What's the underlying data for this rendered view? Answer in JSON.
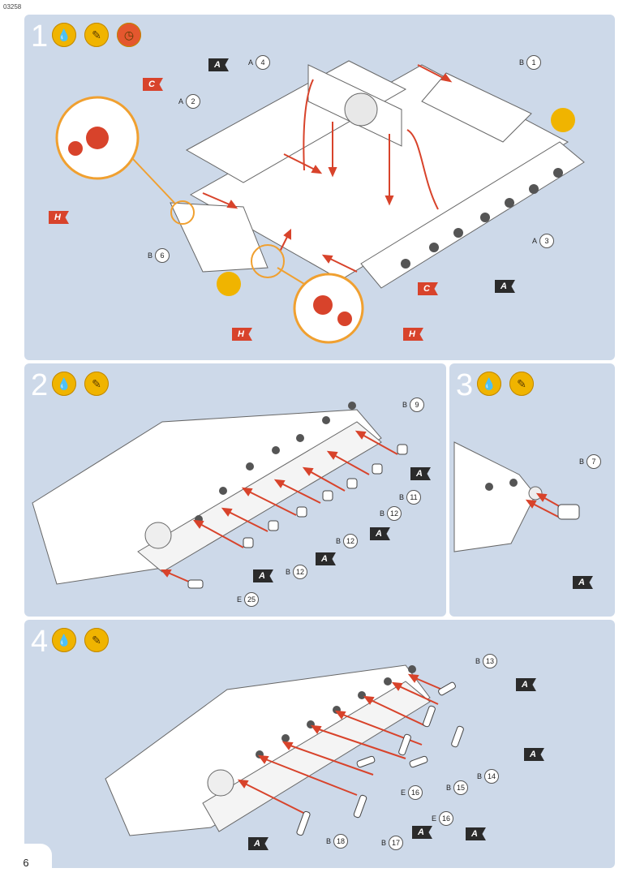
{
  "doc_code": "03258",
  "page_number": "6",
  "colors": {
    "panel": "#cdd9e9",
    "arrow": "#d8432b",
    "flag_dark": "#2b2b2b",
    "flag_red": "#d8432b",
    "icon": "#f0b400"
  },
  "steps": [
    {
      "number": "1",
      "icons": [
        "glue-drop-icon",
        "paintbrush-icon",
        "clock-icon"
      ]
    },
    {
      "number": "2",
      "icons": [
        "glue-drop-icon",
        "paintbrush-icon"
      ]
    },
    {
      "number": "3",
      "icons": [
        "glue-drop-icon",
        "paintbrush-icon"
      ]
    },
    {
      "number": "4",
      "icons": [
        "glue-drop-icon",
        "paintbrush-icon"
      ]
    }
  ],
  "step1": {
    "callouts": [
      {
        "letter": "A",
        "num": "4"
      },
      {
        "letter": "B",
        "num": "1"
      },
      {
        "letter": "A",
        "num": "2"
      },
      {
        "letter": "A",
        "num": "3"
      },
      {
        "letter": "B",
        "num": "6"
      }
    ],
    "flags": [
      "A",
      "A",
      "C",
      "H",
      "C",
      "H",
      "H"
    ]
  },
  "step2": {
    "callouts": [
      {
        "letter": "B",
        "num": "9"
      },
      {
        "letter": "B",
        "num": "11"
      },
      {
        "letter": "B",
        "num": "12"
      },
      {
        "letter": "B",
        "num": "12"
      },
      {
        "letter": "B",
        "num": "12"
      },
      {
        "letter": "E",
        "num": "25"
      }
    ],
    "flags": [
      "A",
      "A",
      "A",
      "A"
    ]
  },
  "step3": {
    "callouts": [
      {
        "letter": "B",
        "num": "7"
      }
    ],
    "flags": [
      "A"
    ]
  },
  "step4": {
    "callouts": [
      {
        "letter": "B",
        "num": "13"
      },
      {
        "letter": "B",
        "num": "14"
      },
      {
        "letter": "B",
        "num": "15"
      },
      {
        "letter": "E",
        "num": "16"
      },
      {
        "letter": "E",
        "num": "16"
      },
      {
        "letter": "B",
        "num": "17"
      },
      {
        "letter": "B",
        "num": "18"
      }
    ],
    "flags": [
      "A",
      "A",
      "A",
      "A",
      "A"
    ]
  }
}
